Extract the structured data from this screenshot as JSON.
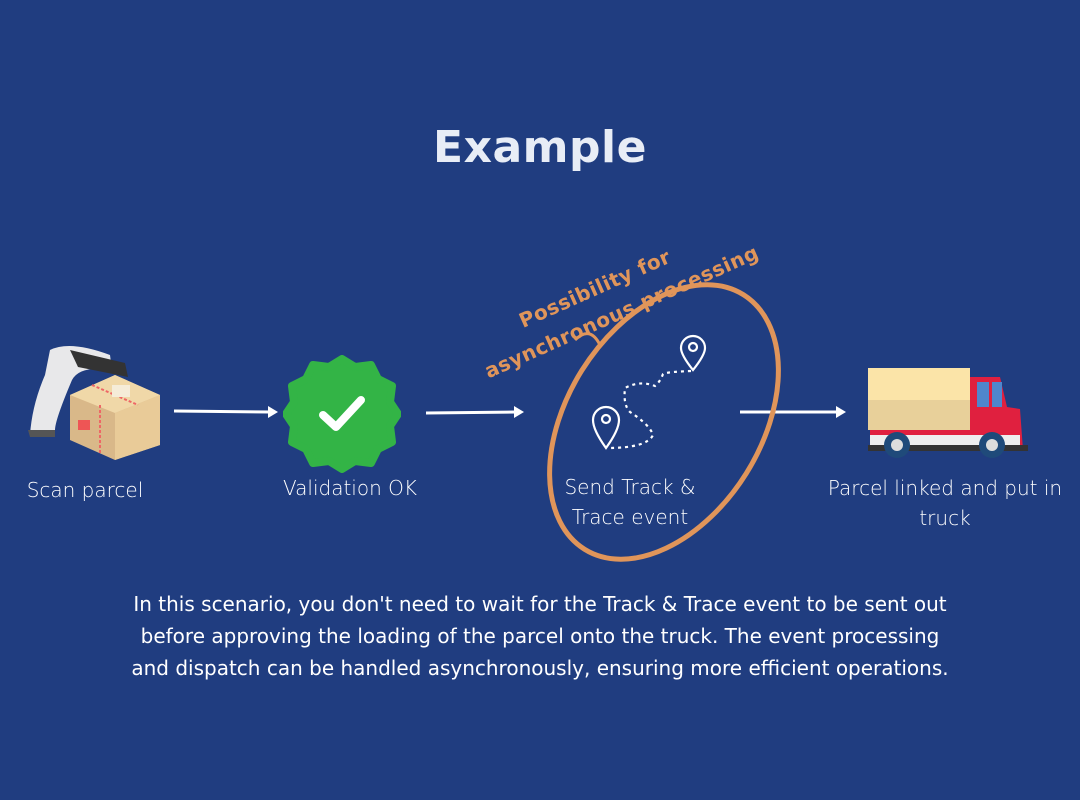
{
  "title": "Example",
  "steps": [
    {
      "label": "Scan parcel",
      "icon": "barcode-scanner-parcel-icon"
    },
    {
      "label": "Validation OK",
      "icon": "check-badge-icon"
    },
    {
      "label_line1": "Send Track &",
      "label_line2": "Trace event",
      "icon": "location-route-icon"
    },
    {
      "label_line1": "Parcel linked and put in",
      "label_line2": "truck",
      "icon": "truck-icon"
    }
  ],
  "annotation": {
    "line1": "Possibility for",
    "line2": "asynchronous processing",
    "color": "#e0955a"
  },
  "description": [
    "In this scenario, you don't need to wait for the Track & Trace event to be sent out",
    "before approving the loading of the parcel onto the truck. The event processing",
    "and dispatch can be handled asynchronously, ensuring more efficient operations."
  ],
  "colors": {
    "background": "#203d80",
    "check": "#33b446",
    "truck_cab": "#e0203f"
  }
}
